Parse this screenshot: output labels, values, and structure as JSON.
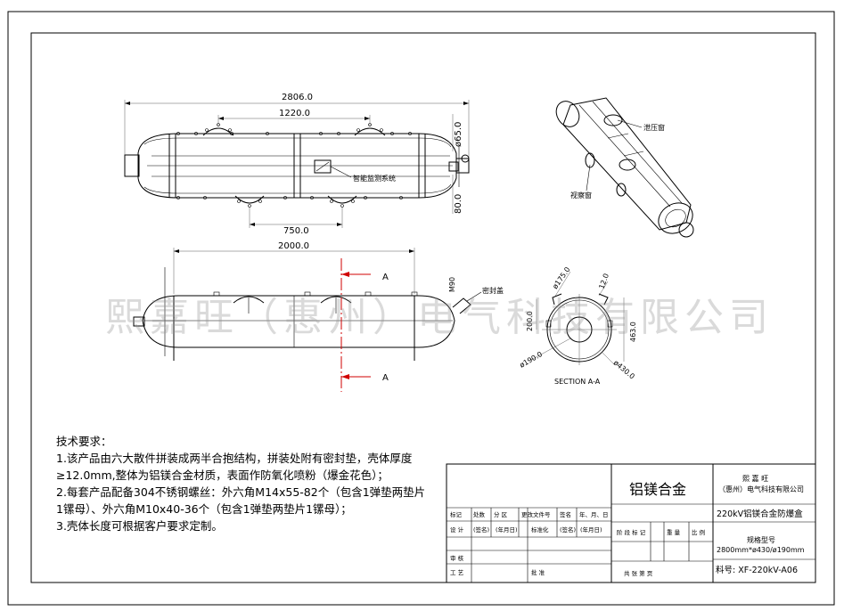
{
  "drawing": {
    "dimensions": {
      "overall_length": "2806.0",
      "inner_span": "1220.0",
      "pipe_diameter": "ø65.0",
      "side_offset": "80.0",
      "bottom_span": "750.0",
      "front_length": "2000.0",
      "seal_pipe": "M90",
      "hole_dia": "ø175.0",
      "wall": "12.0",
      "offset_200": "200.0",
      "height_463": "463.0",
      "dia_190": "ø190.0",
      "dia_430": "ø430.0"
    },
    "labels": {
      "monitoring": "智能监测系统",
      "pressure_window": "泄压窗",
      "view_window": "视察窗",
      "seal_cap": "密封盖",
      "section_mark": "A",
      "section_title": "SECTION A-A"
    }
  },
  "watermark": "熙嘉旺（惠州）电气科技有限公司",
  "notes": {
    "heading": "技术要求：",
    "items": [
      "1.该产品由六大散件拼装成两半合抱结构，拼装处附有密封垫，壳体厚度≥12.0mm,整体为铝镁合金材质，表面作防氧化喷粉（爆金花色）；",
      "2.每套产品配备304不锈钢螺丝：外六角M14x55-82个（包含1弹垫两垫片1镙母）、外六角M10x40-36个（包含1弹垫两垫片1镙母）；",
      "3.壳体长度可根据客户要求定制。"
    ]
  },
  "title_block": {
    "material": "铝镁合金",
    "company": "熙 嘉 旺",
    "company_sub": "（惠州）电气科技有限公司",
    "product": "220kV铝镁合金防爆盒",
    "spec_label": "规格型号",
    "spec_value": "2800mm*ø430/ø190mm",
    "part_no": "料号: XF-220kV-A06",
    "rev_headers": [
      "标记",
      "处数",
      "分 区",
      "更改文件号",
      "签名",
      "年、月、日"
    ],
    "design_row": [
      "设 计",
      "(签名)",
      "(年月日)",
      "标准化",
      "(签名)",
      "(年月日)"
    ],
    "stage_headers": [
      "阶 段 标 记",
      "重 量",
      "比 例"
    ],
    "check_label": "审 核",
    "process_label": "工 艺",
    "approve_label": "批 准",
    "sheet_label": "共    张    第    页"
  }
}
